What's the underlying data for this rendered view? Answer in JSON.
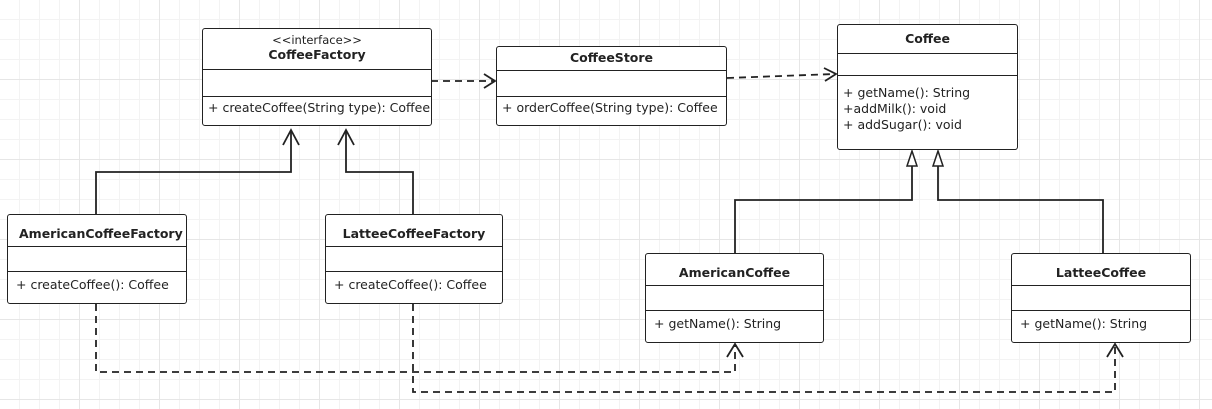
{
  "stereotype": "<<interface>>",
  "classes": {
    "coffee_factory": {
      "name": "CoffeeFactory",
      "operations": [
        "+ createCoffee(String type): Coffee"
      ]
    },
    "coffee_store": {
      "name": "CoffeeStore",
      "operations": [
        "+ orderCoffee(String type): Coffee"
      ]
    },
    "coffee": {
      "name": "Coffee",
      "operations": [
        "+ getName(): String",
        "+addMilk(): void",
        "+ addSugar(): void"
      ]
    },
    "american_coffee_factory": {
      "name": "AmericanCoffeeFactory",
      "operations": [
        "+ createCoffee(): Coffee"
      ]
    },
    "lattee_coffee_factory": {
      "name": "LatteeCoffeeFactory",
      "operations": [
        "+ createCoffee(): Coffee"
      ]
    },
    "american_coffee": {
      "name": "AmericanCoffee",
      "operations": [
        "+ getName(): String"
      ]
    },
    "lattee_coffee": {
      "name": "LatteeCoffee",
      "operations": [
        "+ getName(): String"
      ]
    }
  },
  "relations": [
    {
      "from": "CoffeeFactory",
      "to": "CoffeeStore",
      "kind": "dependency"
    },
    {
      "from": "CoffeeStore",
      "to": "Coffee",
      "kind": "dependency"
    },
    {
      "from": "AmericanCoffeeFactory",
      "to": "CoffeeFactory",
      "kind": "realization"
    },
    {
      "from": "LatteeCoffeeFactory",
      "to": "CoffeeFactory",
      "kind": "realization"
    },
    {
      "from": "AmericanCoffee",
      "to": "Coffee",
      "kind": "inheritance"
    },
    {
      "from": "LatteeCoffee",
      "to": "Coffee",
      "kind": "inheritance"
    },
    {
      "from": "AmericanCoffeeFactory",
      "to": "AmericanCoffee",
      "kind": "dependency"
    },
    {
      "from": "LatteeCoffeeFactory",
      "to": "LatteeCoffee",
      "kind": "dependency"
    }
  ]
}
